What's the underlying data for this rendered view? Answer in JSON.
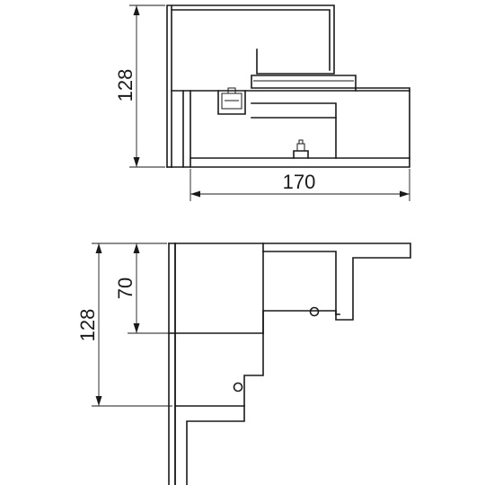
{
  "side_view": {
    "height_dimension": "128",
    "width_dimension": "170"
  },
  "top_view": {
    "overall_dimension": "128",
    "inner_dimension": "70"
  }
}
